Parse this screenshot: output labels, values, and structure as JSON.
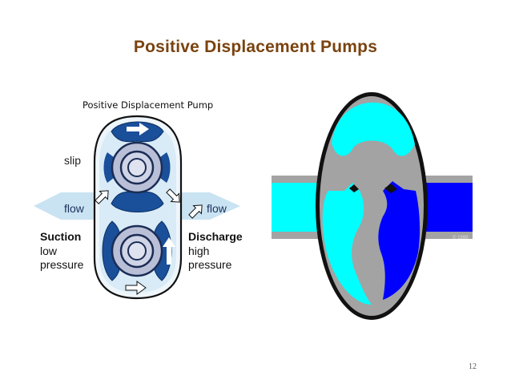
{
  "slide": {
    "title": "Positive Displacement Pumps",
    "page_number": "12"
  },
  "left_diagram": {
    "caption": "Positive Displacement Pump",
    "slip": "slip",
    "flow_in": "flow",
    "flow_out": "flow",
    "suction": "Suction",
    "suction_desc_1": "low",
    "suction_desc_2": "pressure",
    "discharge": "Discharge",
    "discharge_desc_1": "high",
    "discharge_desc_2": "pressure"
  },
  "right_diagram": {
    "copyright": "© 1999"
  },
  "colors": {
    "title": "#7a4310",
    "rotor_dark": "#1a4f9a",
    "flow_light": "#c9e3f2",
    "cyan_fluid": "#00ffff",
    "blue_fluid": "#0000ff",
    "gray_body": "#a3a3a3"
  }
}
